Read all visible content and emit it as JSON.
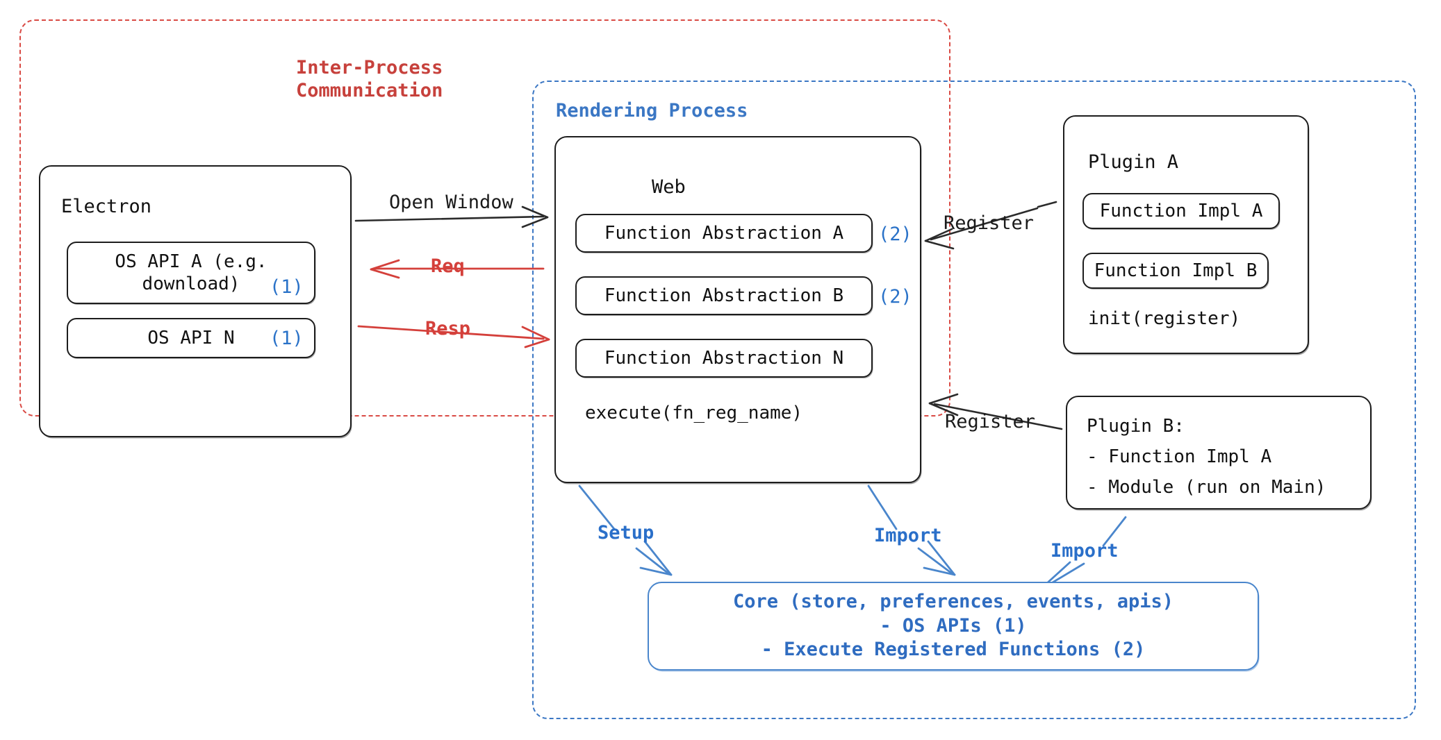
{
  "groups": {
    "ipc": {
      "label": "Inter-Process\nCommunication",
      "color": "#c7413c"
    },
    "rendering": {
      "label": "Rendering Process",
      "color": "#3b77c4"
    }
  },
  "electron": {
    "title": "Electron",
    "apis": [
      {
        "text": "OS API A (e.g.\ndownload)",
        "marker": "(1)"
      },
      {
        "text": "OS API N",
        "marker": "(1)"
      }
    ]
  },
  "web": {
    "title": "Web",
    "abstractions": [
      {
        "text": "Function Abstraction A",
        "marker": "(2)"
      },
      {
        "text": "Function Abstraction B",
        "marker": "(2)"
      },
      {
        "text": "Function Abstraction N",
        "marker": ""
      }
    ],
    "footer": "execute(fn_reg_name)"
  },
  "plugin_a": {
    "title": "Plugin A",
    "functions": [
      "Function Impl A",
      "Function Impl B"
    ],
    "footer": "init(register)"
  },
  "plugin_b": {
    "lines": [
      "Plugin B:",
      "- Function Impl A",
      "- Module (run on Main)"
    ]
  },
  "core": {
    "lines": [
      "Core (store, preferences, events, apis)",
      "- OS APIs (1)",
      "- Execute Registered Functions (2)"
    ]
  },
  "edges": {
    "open_window": "Open Window",
    "req": "Req",
    "resp": "Resp",
    "register_a": "Register",
    "register_b": "Register",
    "setup": "Setup",
    "import_web": "Import",
    "import_plugin": "Import"
  },
  "colors": {
    "red": "#d4403b",
    "blue": "#2a6fc9",
    "black": "#1a1a1a",
    "marker_blue": "#2a72c8",
    "core_blue": "#2f6cc0"
  }
}
